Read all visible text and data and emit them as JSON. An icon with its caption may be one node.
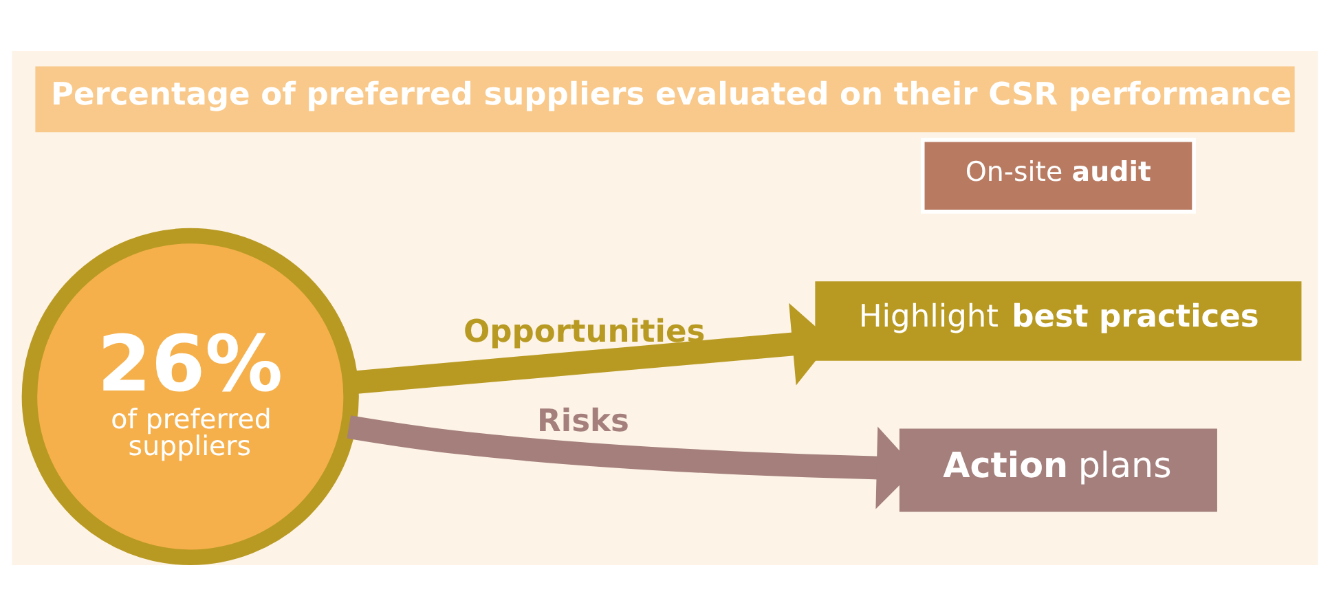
{
  "diagram": {
    "title": "Percentage of preferred suppliers evaluated on their CSR performance",
    "nodes": [
      {
        "text": [
          "26%",
          "of preferred suppliers"
        ]
      },
      {
        "text": [
          "Highlight **best practices**"
        ]
      },
      {
        "text": [
          "**Action** plans"
        ]
      },
      {
        "text": [
          "On-site **audit**"
        ]
      }
    ],
    "edges": [
      {
        "from": 0,
        "to": 1,
        "arrow": "to",
        "label": "Opportunities",
        "color": "#b89a22"
      },
      {
        "from": 0,
        "to": 2,
        "arrow": "to",
        "label": "Risks",
        "color": "#a47f7c"
      }
    ]
  }
}
